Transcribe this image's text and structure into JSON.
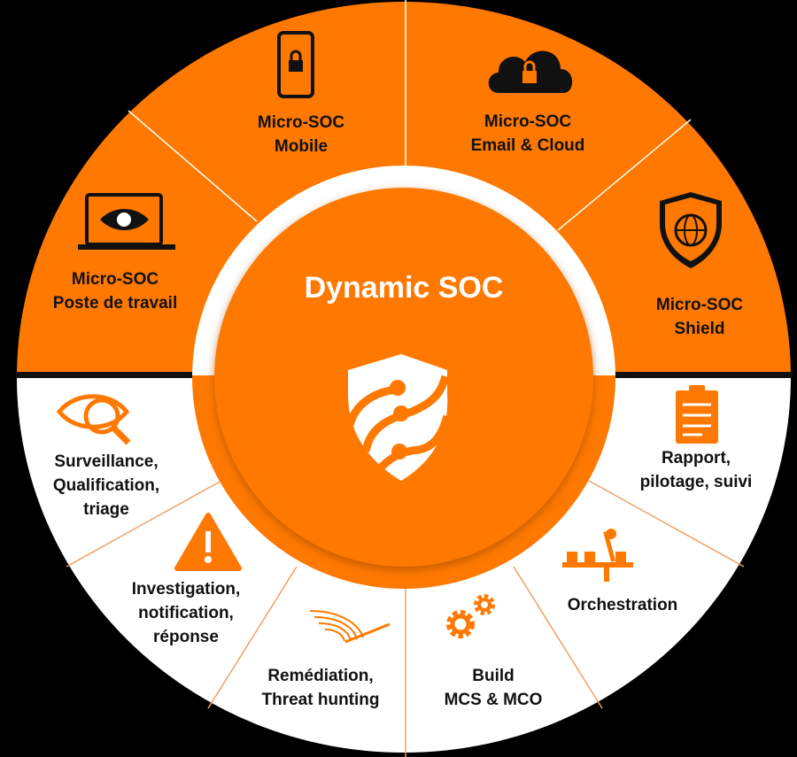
{
  "center": {
    "title": "Dynamic SOC",
    "icon": "shield-circuit-icon"
  },
  "colors": {
    "orange": "#FF7900",
    "white": "#FFFFFF",
    "black": "#000000"
  },
  "offers": [
    {
      "label1": "Micro-SOC",
      "label2": "Poste de travail",
      "icon": "laptop-eye-icon"
    },
    {
      "label1": "Micro-SOC",
      "label2": "Mobile",
      "icon": "mobile-lock-icon"
    },
    {
      "label1": "Micro-SOC",
      "label2": "Email & Cloud",
      "icon": "cloud-lock-icon"
    },
    {
      "label1": "Micro-SOC",
      "label2": "Shield",
      "icon": "shield-globe-icon"
    }
  ],
  "services": [
    {
      "lines": [
        "Surveillance,",
        "Qualification,",
        "triage"
      ],
      "icon": "eye-magnifier-icon"
    },
    {
      "lines": [
        "Investigation,",
        "notification,",
        "réponse"
      ],
      "icon": "warning-icon"
    },
    {
      "lines": [
        "Remédiation,",
        "Threat hunting"
      ],
      "icon": "radar-icon"
    },
    {
      "lines": [
        "Build",
        "MCS & MCO"
      ],
      "icon": "gears-icon"
    },
    {
      "lines": [
        "Orchestration"
      ],
      "icon": "robot-arm-icon"
    },
    {
      "lines": [
        "Rapport,",
        "pilotage, suivi"
      ],
      "icon": "clipboard-icon"
    }
  ]
}
